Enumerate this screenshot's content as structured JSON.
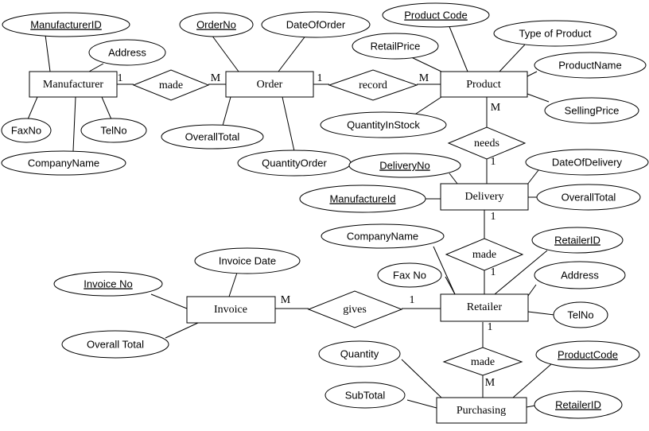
{
  "entities": {
    "manufacturer": "Manufacturer",
    "order": "Order",
    "product": "Product",
    "delivery": "Delivery",
    "retailer": "Retailer",
    "invoice": "Invoice",
    "purchasing": "Purchasing"
  },
  "relationships": {
    "made1": "made",
    "record": "record",
    "needs": "needs",
    "made2": "made",
    "gives": "gives",
    "made3": "made"
  },
  "attributes": {
    "manufacturer_id": "ManufacturerID",
    "address1": "Address",
    "fax_no1": "FaxNo",
    "tel_no1": "TelNo",
    "company_name1": "CompanyName",
    "order_no": "OrderNo",
    "date_of_order": "DateOfOrder",
    "overall_total1": "OverallTotal",
    "quantity_order": "QuantityOrder",
    "product_code1": "Product Code",
    "retail_price": "RetailPrice",
    "type_of_product": "Type of Product",
    "product_name": "ProductName",
    "selling_price": "SellingPrice",
    "quantity_in_stock": "QuantityInStock",
    "delivery_no": "DeliveryNo",
    "date_of_delivery": "DateOfDelivery",
    "manufacture_id": "ManufactureId",
    "overall_total2": "OverallTotal",
    "company_name2": "CompanyName",
    "retailer_id1": "RetailerID",
    "fax_no2": "Fax No",
    "address2": "Address",
    "tel_no2": "TelNo",
    "invoice_date": "Invoice Date",
    "invoice_no": "Invoice No",
    "overall_total3": "Overall Total",
    "quantity": "Quantity",
    "sub_total": "SubTotal",
    "product_code2": "ProductCode",
    "retailer_id2": "RetailerID"
  },
  "cardinalities": {
    "manufacturer_made": "1",
    "made_order": "M",
    "order_record": "1",
    "record_product": "M",
    "product_needs": "M",
    "needs_delivery": "1",
    "delivery_made": "1",
    "made_retailer": "1",
    "invoice_gives": "M",
    "gives_retailer": "1",
    "retailer_made": "1",
    "made_purchasing": "M"
  }
}
